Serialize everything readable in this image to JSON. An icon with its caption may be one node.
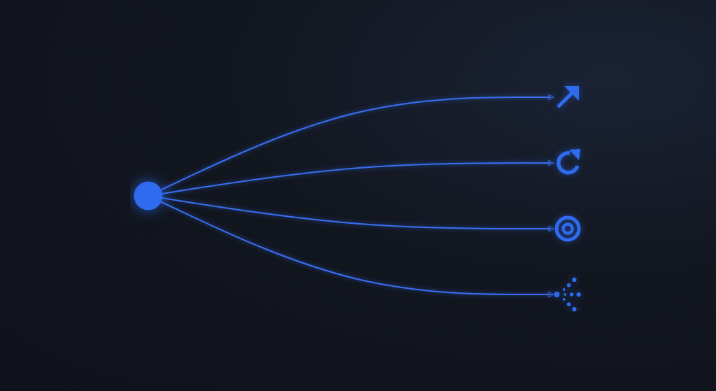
{
  "diagram": {
    "nodes": [
      {
        "text": [],
        "shape": "circle"
      },
      {
        "text": [],
        "shape": "picture"
      },
      {
        "text": [],
        "shape": "picture"
      },
      {
        "text": [],
        "shape": "picture"
      },
      {
        "text": [],
        "shape": "picture"
      }
    ],
    "edges": [
      {
        "from": 0,
        "to": 1,
        "arrow": "to"
      },
      {
        "from": 0,
        "to": 2,
        "arrow": "to"
      },
      {
        "from": 0,
        "to": 3,
        "arrow": "to"
      },
      {
        "from": 0,
        "to": 4,
        "arrow": "to"
      }
    ]
  }
}
